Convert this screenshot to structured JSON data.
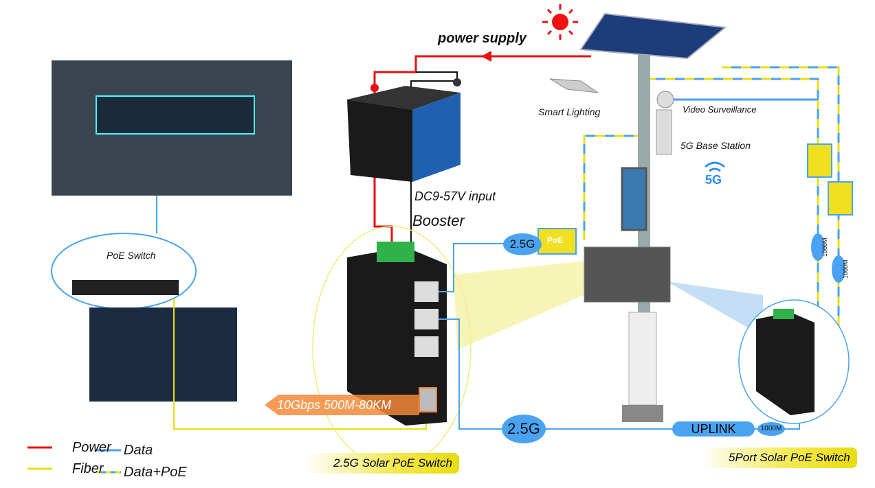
{
  "labels": {
    "power_supply": "power supply",
    "smart_lighting": "Smart Lighting",
    "video_surveillance": "Video Surveillance",
    "base_station": "5G Base Station",
    "five_g": "5G",
    "dc_input": "DC9-57V input",
    "booster": "Booster",
    "poe_switch": "PoE Switch",
    "fiber_speed": "10Gbps 500M-80KM",
    "speed_2_5g_top": "2.5G",
    "speed_2_5g_bottom": "2.5G",
    "uplink": "UPLINK",
    "speed_1000m_bottom": "1000M",
    "speed_1000m_a": "1000M",
    "speed_1000m_b": "1000M",
    "poe_badge": "PoE",
    "switch_2_5g_title": "2.5G  Solar PoE Switch",
    "switch_5port_title": "5Port  Solar PoE Switch"
  },
  "legend": [
    {
      "label": "Power",
      "color": "#e81010",
      "style": "solid"
    },
    {
      "label": "Fiber",
      "color": "#e8e010",
      "style": "solid"
    },
    {
      "label": "Data",
      "color": "#4aa3f0",
      "style": "solid"
    },
    {
      "label": "Data+PoE",
      "color": "#4aa3f0",
      "style": "dashed-yellow"
    }
  ],
  "colors": {
    "power": "#e81010",
    "fiber": "#e8e010",
    "data": "#4aa3f0"
  },
  "icons": [
    "sun-icon",
    "solar-panel-icon",
    "battery-icon",
    "wifi-icon",
    "poe-port-icon",
    "industrial-switch-icon",
    "street-light-icon",
    "camera-icon",
    "ev-charger-icon"
  ]
}
